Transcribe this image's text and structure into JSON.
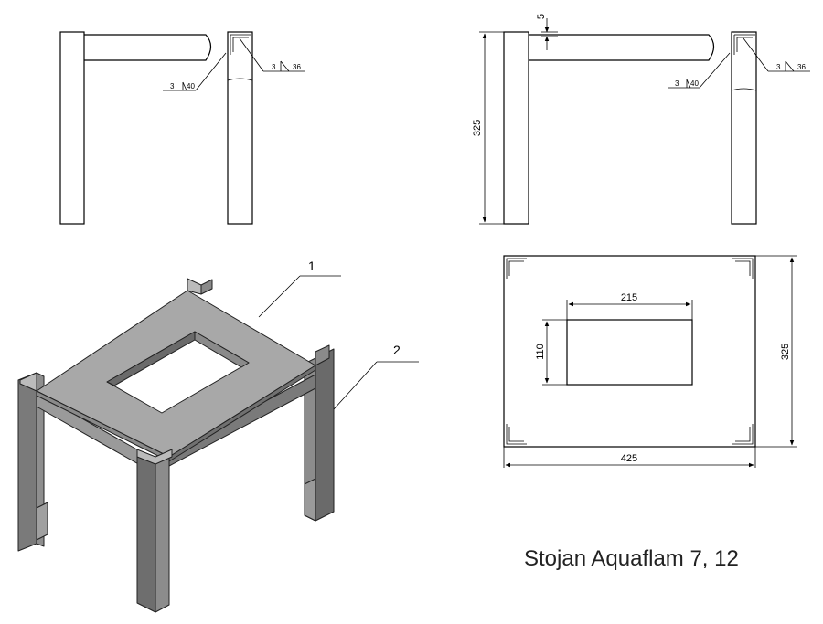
{
  "title": "Stojan Aquaflam 7, 12",
  "front_view": {
    "weld_a": {
      "size": "3",
      "length": "40"
    },
    "weld_b": {
      "size": "3",
      "length": "36"
    }
  },
  "side_view": {
    "dim_top_thickness": "5",
    "dim_height": "325",
    "weld_a": {
      "size": "3",
      "length": "40"
    },
    "weld_b": {
      "size": "3",
      "length": "36"
    }
  },
  "top_view": {
    "dim_opening_width": "215",
    "dim_opening_depth": "110",
    "dim_width": "425",
    "dim_depth": "325"
  },
  "iso_view": {
    "part_1": "1",
    "part_2": "2"
  }
}
